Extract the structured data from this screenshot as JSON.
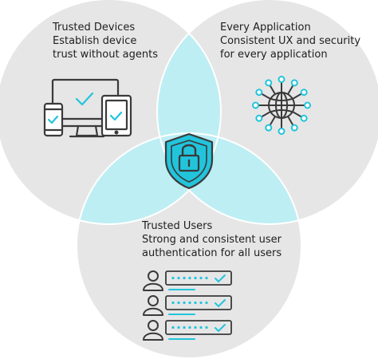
{
  "devices": {
    "title": "Trusted Devices",
    "line1": "Establish device",
    "line2": "trust without agents"
  },
  "applications": {
    "title": "Every Application",
    "line1": "Consistent UX and security",
    "line2": "for every application"
  },
  "users": {
    "title": "Trusted Users",
    "line1": "Strong and consistent user",
    "line2": "authentication for all users"
  },
  "icons": {
    "devices": "devices-icon",
    "application": "globe-network-icon",
    "center": "shield-lock-icon",
    "users": "user-list-icon"
  },
  "colors": {
    "circle_fill": "#e6e6e6",
    "overlap_fill": "#bdeef4",
    "accent": "#22c4dc",
    "icon_stroke": "#3a3a3a"
  }
}
